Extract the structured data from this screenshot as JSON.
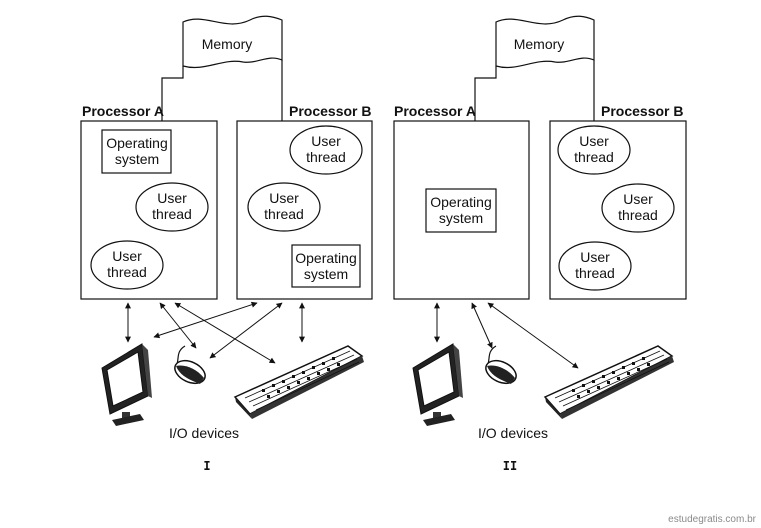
{
  "panels": [
    {
      "id": "I",
      "memory_label": "Memory",
      "processor_a_label": "Processor A",
      "processor_b_label": "Processor B",
      "processor_a_contents": [
        {
          "kind": "box",
          "lines": [
            "Operating",
            "system"
          ]
        },
        {
          "kind": "ellipse",
          "lines": [
            "User",
            "thread"
          ]
        },
        {
          "kind": "ellipse",
          "lines": [
            "User",
            "thread"
          ]
        }
      ],
      "processor_b_contents": [
        {
          "kind": "ellipse",
          "lines": [
            "User",
            "thread"
          ]
        },
        {
          "kind": "ellipse",
          "lines": [
            "User",
            "thread"
          ]
        },
        {
          "kind": "box",
          "lines": [
            "Operating",
            "system"
          ]
        }
      ],
      "io_label": "I/O devices",
      "roman": "I"
    },
    {
      "id": "II",
      "memory_label": "Memory",
      "processor_a_label": "Processor A",
      "processor_b_label": "Processor B",
      "processor_a_contents": [
        {
          "kind": "box",
          "lines": [
            "Operating",
            "system"
          ]
        }
      ],
      "processor_b_contents": [
        {
          "kind": "ellipse",
          "lines": [
            "User",
            "thread"
          ]
        },
        {
          "kind": "ellipse",
          "lines": [
            "User",
            "thread"
          ]
        },
        {
          "kind": "ellipse",
          "lines": [
            "User",
            "thread"
          ]
        }
      ],
      "io_label": "I/O devices",
      "roman": "II"
    }
  ],
  "watermark": "estudegratis.com.br"
}
